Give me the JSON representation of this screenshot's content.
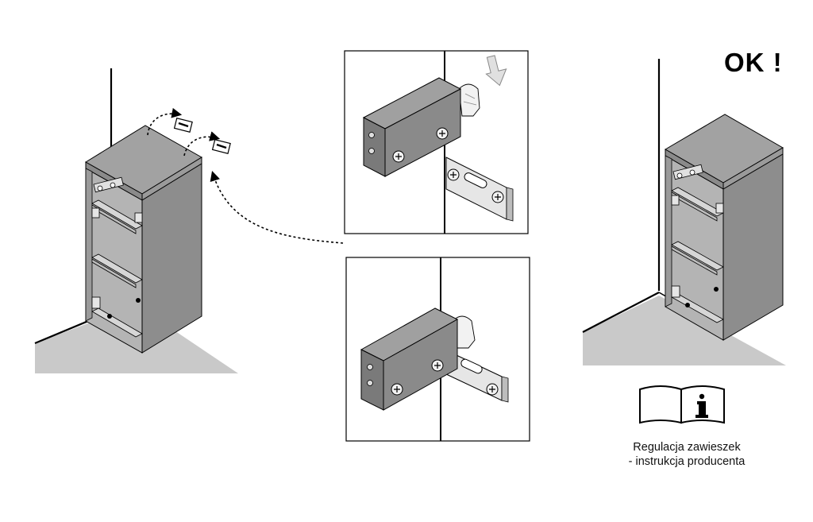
{
  "status": {
    "ok_text": "OK !"
  },
  "manual_note": {
    "line1": "Regulacja zawieszek",
    "line2": "- instrukcja producenta",
    "book_icon": "manual-info-icon"
  },
  "colors": {
    "floor": "#c9c9c9",
    "cabinet_top": "#a2a2a2",
    "cabinet_side": "#8d8d8d",
    "cabinet_inner": "#b4b4b4",
    "shelf": "#d0d0d0",
    "hanger_block": "#8a8a8a",
    "hanger_block_top": "#a0a0a0",
    "plate": "#e6e6e6",
    "wall_line": "#000000"
  },
  "icons": [
    "hanger-bracket-icon",
    "down-arrow-icon",
    "screw-icon",
    "dotted-arrow-icon",
    "manual-info-icon"
  ]
}
